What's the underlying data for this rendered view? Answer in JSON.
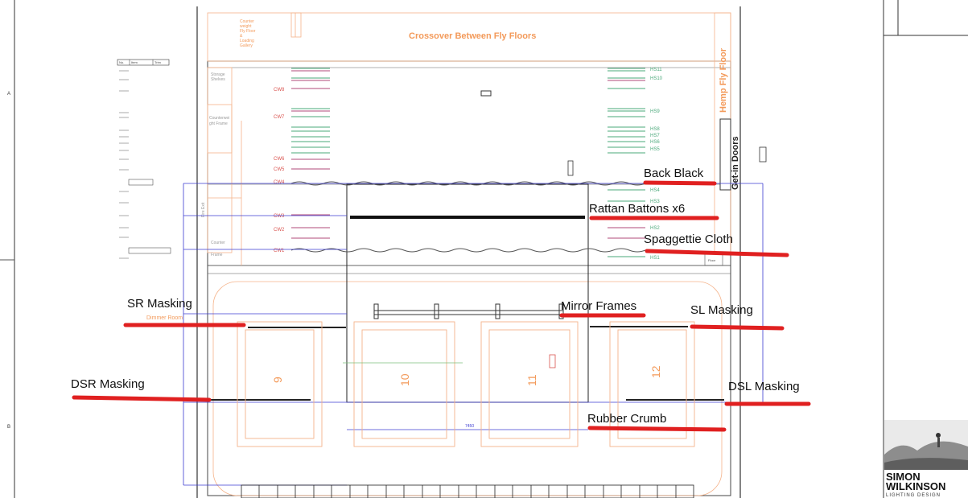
{
  "header": {
    "crossover_label": "Crossover Between Fly Floors",
    "hemp_label": "Hemp Fly Floor",
    "get_in_doors_label": "Get-in Doors",
    "counter_note": [
      "Counter",
      "weight",
      "Fly Floor",
      "&",
      "Loading",
      "Gallery"
    ]
  },
  "sheet": {
    "row_a": "A",
    "row_b": "B"
  },
  "drawing_labels": {
    "storage_shelves": [
      "Storage",
      "Shelves"
    ],
    "counterweight_frame": [
      "Counterwei",
      "ght Frame"
    ],
    "counter_frame": [
      "Counter",
      "Frame"
    ],
    "fire_exit": "Fire Exit",
    "dimmer_room": "Dimmer Room",
    "floor_label": "Floor"
  },
  "counterweights": [
    "CW8",
    "CW7",
    "CW6",
    "CW5",
    "CW4",
    "CW3",
    "CW2",
    "CW1"
  ],
  "hemp_sets": [
    "HS11",
    "HS10",
    "HS9",
    "HS8",
    "HS7",
    "HS6",
    "HS5",
    "HS4",
    "HS3",
    "HS2",
    "HS1"
  ],
  "wagons": [
    "9",
    "10",
    "11",
    "12"
  ],
  "dimensions": {
    "width": "7450"
  },
  "annotations": [
    {
      "id": "back-black",
      "text": "Back Black"
    },
    {
      "id": "rattan-battons",
      "text": "Rattan Battons x6"
    },
    {
      "id": "spaggettie-cloth",
      "text": "Spaggettie Cloth"
    },
    {
      "id": "sr-masking",
      "text": "SR Masking"
    },
    {
      "id": "mirror-frames",
      "text": "Mirror Frames"
    },
    {
      "id": "sl-masking",
      "text": "SL Masking"
    },
    {
      "id": "dsr-masking",
      "text": "DSR Masking"
    },
    {
      "id": "dsl-masking",
      "text": "DSL Masking"
    },
    {
      "id": "rubber-crumb",
      "text": "Rubber Crumb"
    }
  ],
  "legend_table": {
    "headers": [
      "No.",
      "Item",
      "Trim"
    ]
  },
  "logo": {
    "line1": "SIMON",
    "line2": "WILKINSON",
    "line3": "LIGHTING DESIGN"
  },
  "colors": {
    "annotation_underline": "#e02020",
    "drawing_orange": "#f39a5a",
    "dimension_blue": "#3b3bd1",
    "hemp_green": "#4aa87a"
  }
}
